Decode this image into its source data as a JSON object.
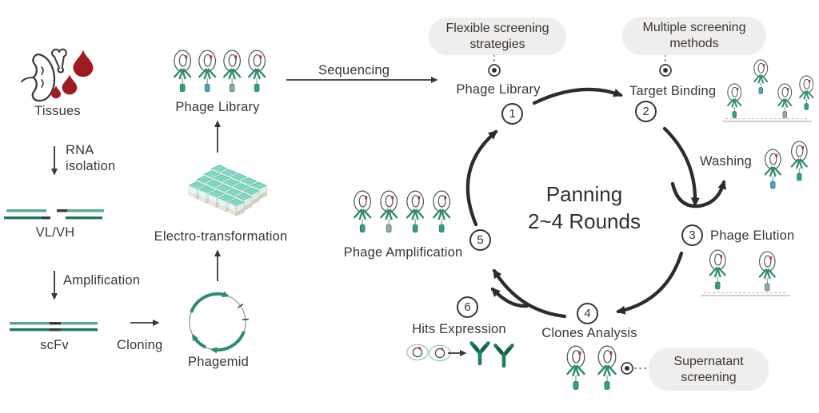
{
  "left_flow": {
    "tissues_label": "Tissues",
    "rna_isolation_label": "RNA isolation",
    "vlvh_label": "VL/VH",
    "amplification_label": "Amplification",
    "scfv_label": "scFv",
    "cloning_label": "Cloning",
    "phagemid_label": "Phagemid",
    "electro_transformation_label": "Electro-transformation",
    "phage_library_label": "Phage Library",
    "sequencing_label": "Sequencing"
  },
  "cycle": {
    "title_line1": "Panning",
    "title_line2": "2~4 Rounds",
    "washing_label": "Washing",
    "steps": [
      {
        "num": "1",
        "label": "Phage Library"
      },
      {
        "num": "2",
        "label": "Target Binding"
      },
      {
        "num": "3",
        "label": "Phage Elution"
      },
      {
        "num": "4",
        "label": "Clones Analysis"
      },
      {
        "num": "5",
        "label": "Phage Amplification"
      },
      {
        "num": "6",
        "label": "Hits Expression"
      }
    ]
  },
  "callouts": {
    "flexible": "Flexible screening strategies",
    "multiple": "Multiple screening methods",
    "supernatant": "Supernatant screening"
  },
  "colors": {
    "text": "#3b3632",
    "arrow": "#2e2c29",
    "bubble_bg": "#efeeec",
    "green_dark": "#1f7a5f",
    "green_mid": "#2e8c6e",
    "green_light": "#55a88b",
    "blood_red": "#9e1c21",
    "blue_tip": "#4aa3cf",
    "teal_tip": "#2fa08a",
    "plate_teal": "#7ed8c3"
  }
}
